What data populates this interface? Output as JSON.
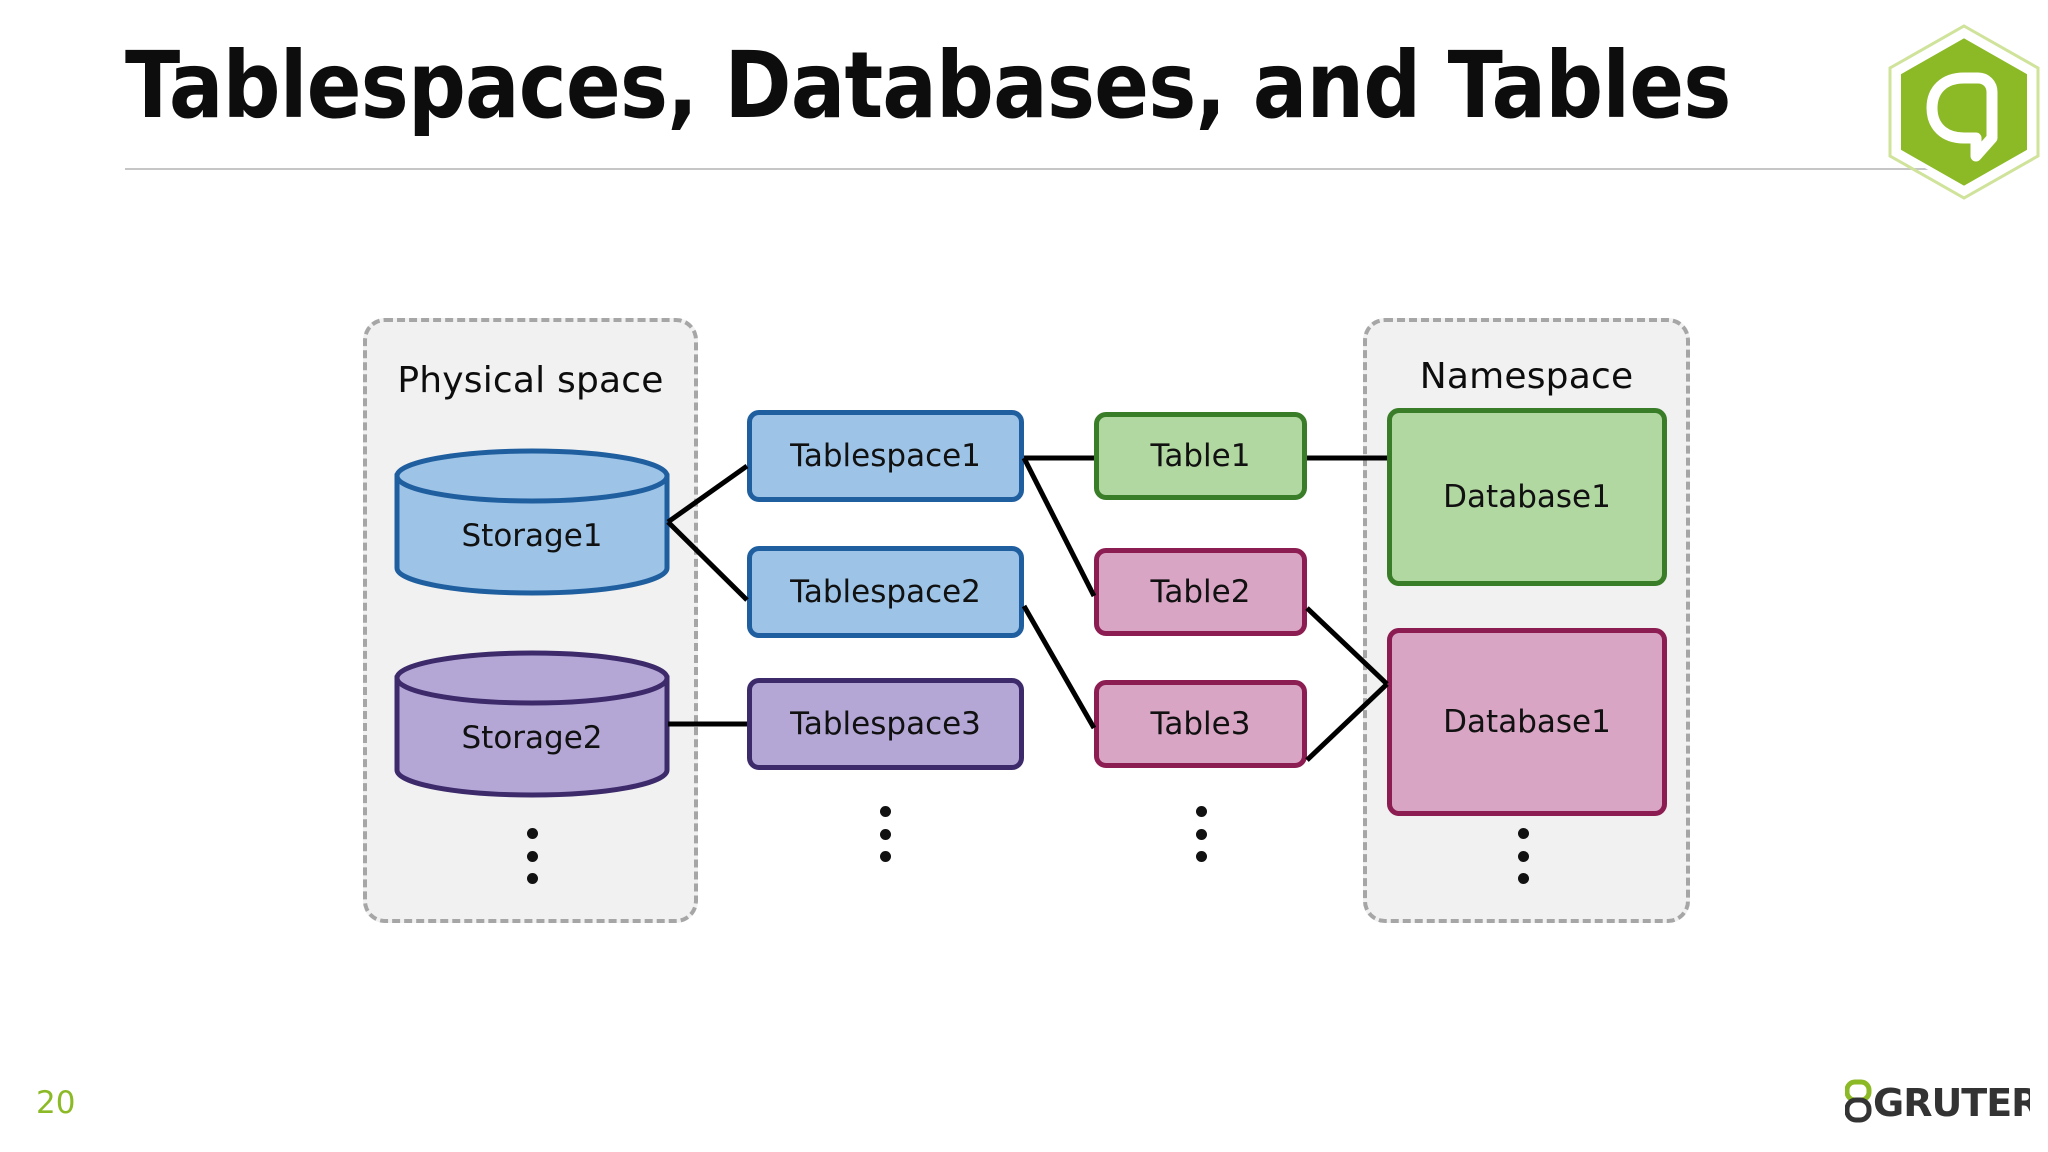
{
  "slide": {
    "title": "Tablespaces, Databases, and Tables",
    "page_number": "20",
    "brand_logo_text": "GRUTER",
    "logo_icon": "tajo-hexagon-logo",
    "accent_color": "#8cba26"
  },
  "diagram": {
    "type": "architecture-diagram",
    "groups": [
      {
        "id": "physical-space",
        "label": "Physical space"
      },
      {
        "id": "namespace",
        "label": "Namespace"
      }
    ],
    "storages": [
      {
        "id": "storage1",
        "label": "Storage1",
        "color": "#9dc3e6",
        "border": "#1f5fa0"
      },
      {
        "id": "storage2",
        "label": "Storage2",
        "color": "#b4a7d6",
        "border": "#3d2a6b"
      }
    ],
    "tablespaces": [
      {
        "id": "tablespace1",
        "label": "Tablespace1",
        "color": "#9dc3e6",
        "border": "#1f5fa0"
      },
      {
        "id": "tablespace2",
        "label": "Tablespace2",
        "color": "#9dc3e6",
        "border": "#1f5fa0"
      },
      {
        "id": "tablespace3",
        "label": "Tablespace3",
        "color": "#b4a7d6",
        "border": "#3d2a6b"
      }
    ],
    "tables": [
      {
        "id": "table1",
        "label": "Table1",
        "color": "#b2d8a2",
        "border": "#3a7d28"
      },
      {
        "id": "table2",
        "label": "Table2",
        "color": "#d9a5c4",
        "border": "#8c1d52"
      },
      {
        "id": "table3",
        "label": "Table3",
        "color": "#d9a5c4",
        "border": "#8c1d52"
      }
    ],
    "databases": [
      {
        "id": "database1-green",
        "label": "Database1",
        "color": "#b2d8a2",
        "border": "#3a7d28"
      },
      {
        "id": "database1-pink",
        "label": "Database1",
        "color": "#d9a5c4",
        "border": "#8c1d52"
      }
    ],
    "edges": [
      {
        "from": "storage1",
        "to": "tablespace1"
      },
      {
        "from": "storage1",
        "to": "tablespace2"
      },
      {
        "from": "storage2",
        "to": "tablespace3"
      },
      {
        "from": "tablespace1",
        "to": "table1"
      },
      {
        "from": "tablespace1",
        "to": "table2"
      },
      {
        "from": "tablespace2",
        "to": "table3"
      },
      {
        "from": "table1",
        "to": "database1-green"
      },
      {
        "from": "table2",
        "to": "database1-pink"
      },
      {
        "from": "table3",
        "to": "database1-pink"
      }
    ],
    "ellipses": [
      {
        "id": "storage-ellipsis",
        "glyph": "vertical-ellipsis"
      },
      {
        "id": "tablespace-ellipsis",
        "glyph": "vertical-ellipsis"
      },
      {
        "id": "table-ellipsis",
        "glyph": "vertical-ellipsis"
      },
      {
        "id": "database-ellipsis",
        "glyph": "vertical-ellipsis"
      }
    ]
  }
}
